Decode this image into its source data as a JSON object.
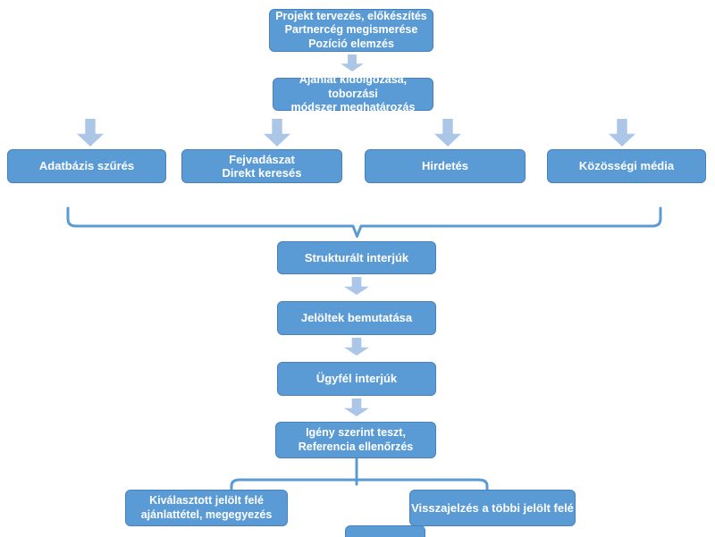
{
  "flowchart": {
    "title_semantic": "recruitment-process-flowchart",
    "top_box": {
      "lines": [
        "Projekt tervezés, előkészítés",
        "Partnercég megismerése",
        "Pozíció elemzés"
      ]
    },
    "offer_box": {
      "lines": [
        "Ajánlat kidolgozása, toborzási",
        "módszer meghatározás"
      ]
    },
    "channels": [
      {
        "lines": [
          "Adatbázis szűrés"
        ]
      },
      {
        "lines": [
          "Fejvadászat",
          "Direkt keresés"
        ]
      },
      {
        "lines": [
          "Hirdetés"
        ]
      },
      {
        "lines": [
          "Közösségi média"
        ]
      }
    ],
    "steps": [
      "Strukturált interjúk",
      "Jelöltek bemutatása",
      "Ügyfél interjúk"
    ],
    "test_box": {
      "lines": [
        "Igény szerint teszt,",
        "Referencia ellenőrzés"
      ]
    },
    "outcomes": [
      {
        "lines": [
          "Kiválasztott jelölt felé",
          "ajánlattétel, megegyezés"
        ]
      },
      {
        "lines": [
          "Visszajelzés a többi jelölt felé"
        ]
      }
    ],
    "colors": {
      "page_bg": "#ffffff",
      "box_fill": "#5b9bd5",
      "box_border": "#4781bd",
      "box_text": "#ffffff",
      "arrow_fill": "#acc6e8",
      "connector": "#5b9bd5"
    }
  }
}
